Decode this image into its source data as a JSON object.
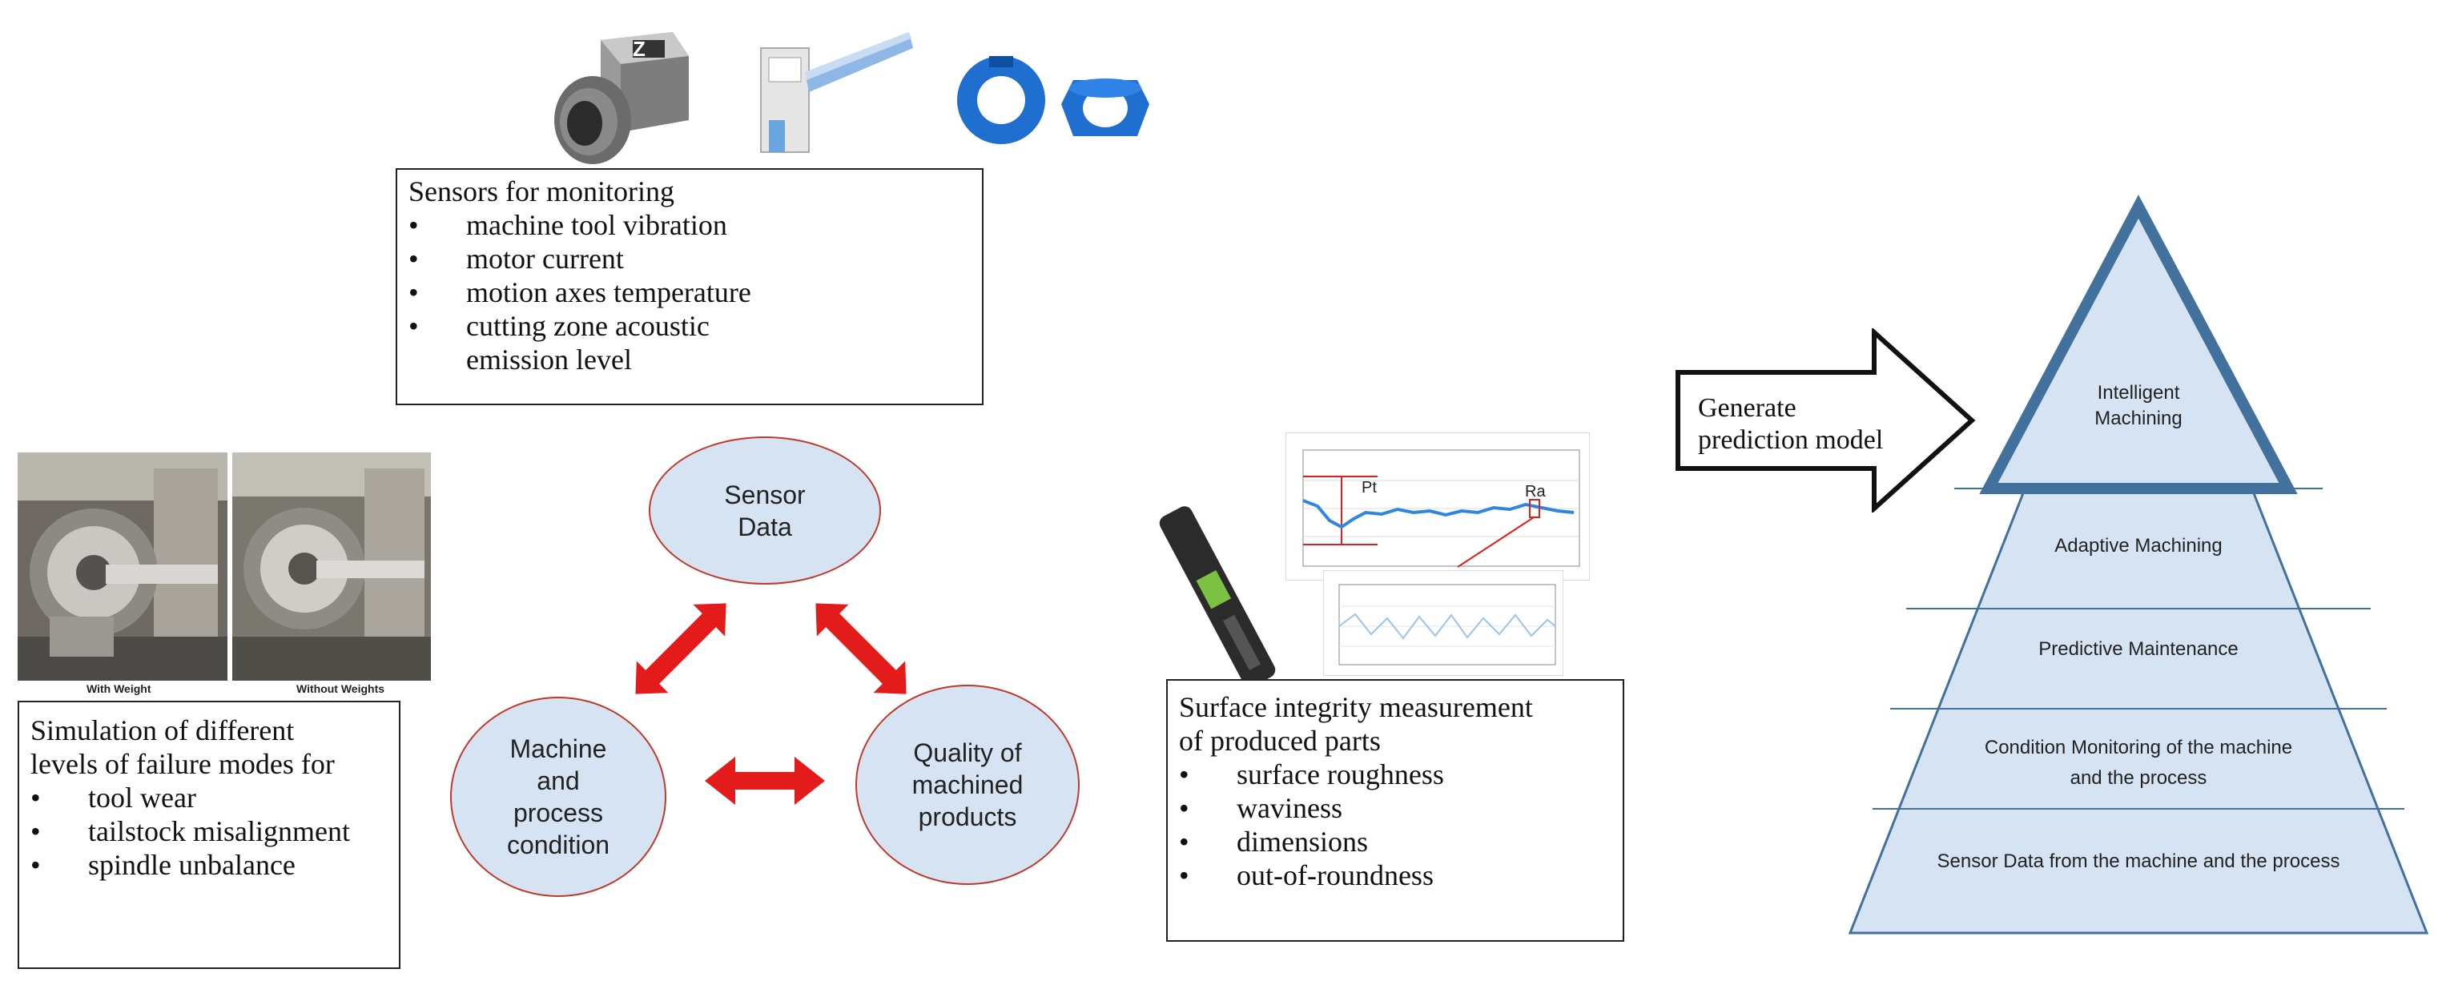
{
  "sensors_box": {
    "heading": "Sensors for monitoring",
    "items": [
      "machine tool vibration",
      "motor current",
      "motion axes temperature",
      "cutting zone acoustic",
      "emission level"
    ]
  },
  "simulation_box": {
    "line1": "Simulation of different",
    "line2": "levels of failure modes for",
    "items": [
      "tool wear",
      "tailstock misalignment",
      "spindle unbalance"
    ]
  },
  "surface_box": {
    "line1": "Surface integrity measurement",
    "line2": "of produced parts",
    "items": [
      "surface roughness",
      "waviness",
      "dimensions",
      "out-of-roundness"
    ]
  },
  "ellipses": {
    "sensor": [
      "Sensor",
      "Data"
    ],
    "machine": [
      "Machine",
      "and",
      "process",
      "condition"
    ],
    "quality": [
      "Quality of",
      "machined",
      "products"
    ]
  },
  "arrow_label": [
    "Generate",
    "prediction model"
  ],
  "pyramid": {
    "top": [
      "Intelligent",
      "Machining"
    ],
    "levels": [
      "Adaptive Machining",
      "Predictive Maintenance",
      "Condition Monitoring of the machine",
      "and the process",
      "Sensor Data from the machine and the process"
    ]
  },
  "photo_captions": [
    "With Weight",
    "Without Weights"
  ],
  "plot_labels": [
    "Pt",
    "Ra"
  ],
  "sensor_badge": "Z",
  "colors": {
    "ellipse_fill": "#d6e3f2",
    "ellipse_border": "#c0392b",
    "double_arrow": "#e31b1b",
    "pyramid_fill": "#d6e3f2",
    "pyramid_border": "#41719c",
    "sensor_blue": "#1f6fd1"
  }
}
